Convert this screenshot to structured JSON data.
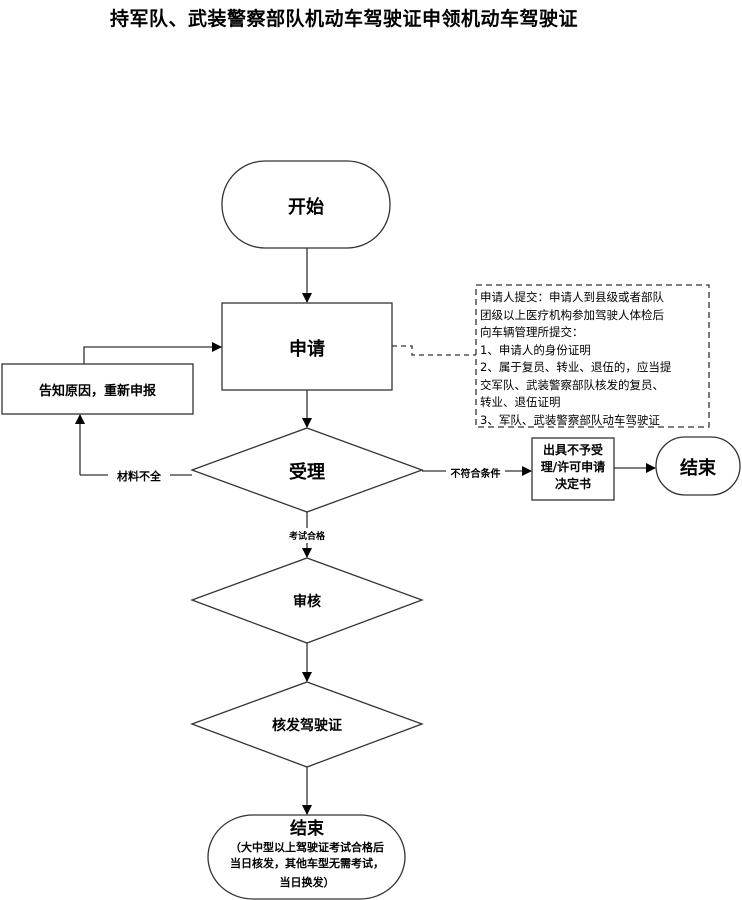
{
  "title": "持军队、武装警察部队机动车驾驶证申领机动车驾驶证",
  "nodes": {
    "start": "开始",
    "apply": "申请",
    "notify": "告知原因，重新申报",
    "accept": "受理",
    "reject_doc": [
      "出具不予受",
      "理/许可申请",
      "决定书"
    ],
    "end_reject": "结束",
    "review": "审核",
    "issue": "核发驾驶证",
    "end_final_title": "结束",
    "end_final_note": [
      "（大中型以上驾驶证考试合格后",
      "当日核发，其他车型无需考试，",
      "当日换发）"
    ]
  },
  "edges": {
    "incomplete": "材料不全",
    "not_qualified": "不符合条件",
    "exam_passed": "考试合格"
  },
  "note": {
    "lines": [
      "申请人提交：申请人到县级或者部队",
      "团级以上医疗机构参加驾驶人体检后",
      "向车辆管理所提交：",
      "1、申请人的身份证明",
      "2、属于复员、转业、退伍的，应当提",
      "交军队、武装警察部队核发的复员、",
      "转业、退伍证明",
      "3、军队、武装警察部队动车驾驶证"
    ]
  }
}
